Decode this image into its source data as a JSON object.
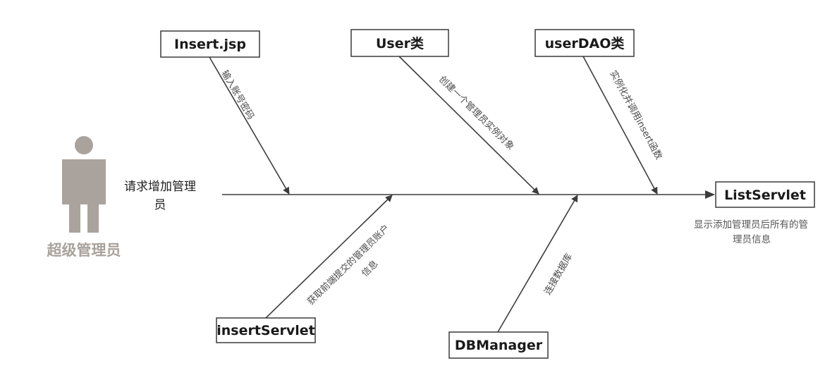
{
  "actor": {
    "name": "超级管理员"
  },
  "request_label": {
    "line1": "请求增加管理",
    "line2": "员"
  },
  "nodes": {
    "insert_jsp": "Insert.jsp",
    "user_class": "User类",
    "user_dao": "userDAO类",
    "insert_servlet": "insertServlet",
    "db_manager": "DBManager",
    "list_servlet": "ListServlet"
  },
  "edges": {
    "insert_jsp": "输入账号密码",
    "user_class": "创建一个管理员实例对象",
    "user_dao": "实例化并调用insert函数",
    "insert_servlet_line1": "获取前端提交的管理员账户",
    "insert_servlet_line2": "信息",
    "db_manager": "连接数据库"
  },
  "result": {
    "line1": "显示添加管理员后所有的管",
    "line2": "理员信息"
  }
}
